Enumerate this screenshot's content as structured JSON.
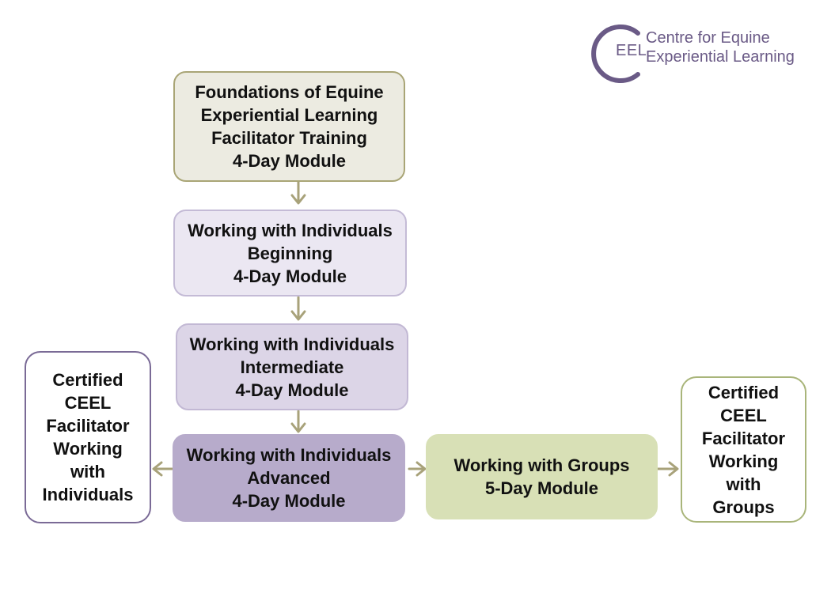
{
  "logo": {
    "mark": "EEL",
    "line1": "Centre for Equine",
    "line2": "Experiential Learning"
  },
  "boxes": {
    "foundations": [
      "Foundations of Equine",
      "Experiential Learning",
      "Facilitator Training",
      "4-Day Module"
    ],
    "beginning": [
      "Working with Individuals",
      "Beginning",
      "4-Day Module"
    ],
    "intermediate": [
      "Working with Individuals",
      "Intermediate",
      "4-Day Module"
    ],
    "advanced": [
      "Working with Individuals",
      "Advanced",
      "4-Day Module"
    ],
    "groups": [
      "Working with Groups",
      "5-Day Module"
    ],
    "cert_individuals": [
      "Certified",
      "CEEL",
      "Facilitator",
      "Working",
      "with",
      "Individuals"
    ],
    "cert_groups": [
      "Certified",
      "CEEL",
      "Facilitator",
      "Working",
      "with",
      "Groups"
    ]
  },
  "colors": {
    "arrow": "#a8a27a",
    "foundations_fill": "#ecebe1",
    "foundations_border": "#a9a576",
    "beginning_fill": "#ebe7f2",
    "beginning_border": "#c4bbd6",
    "intermediate_fill": "#dcd5e7",
    "intermediate_border": "#c2b8d4",
    "advanced_fill": "#b7abcb",
    "groups_fill": "#d8e0b6",
    "cert_individuals_border": "#7a6a96",
    "cert_groups_border": "#a9b57a",
    "logo": "#6a5a86"
  }
}
